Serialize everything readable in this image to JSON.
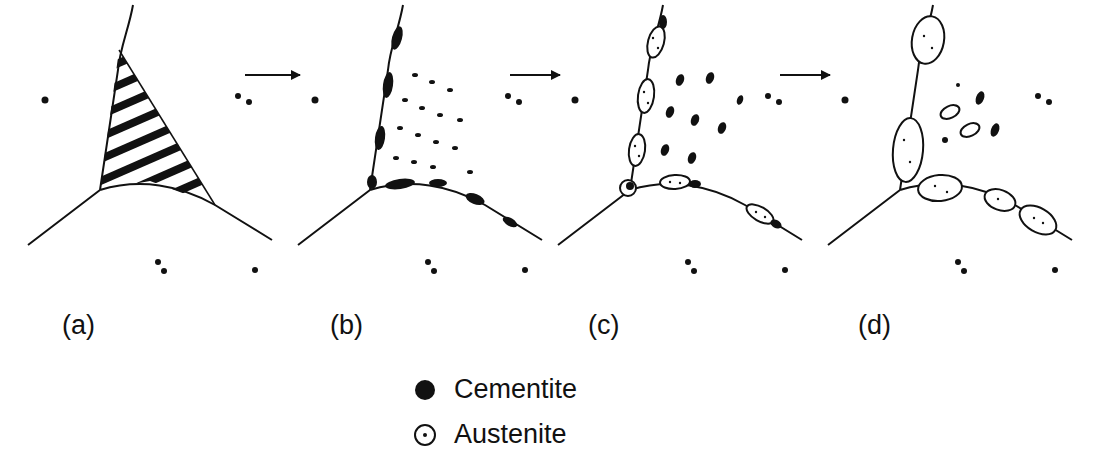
{
  "diagram": {
    "labels": [
      "(a)",
      "(b)",
      "(c)",
      "(d)"
    ],
    "legend": [
      {
        "text": "Cementite"
      },
      {
        "text": "Austenite"
      }
    ]
  }
}
